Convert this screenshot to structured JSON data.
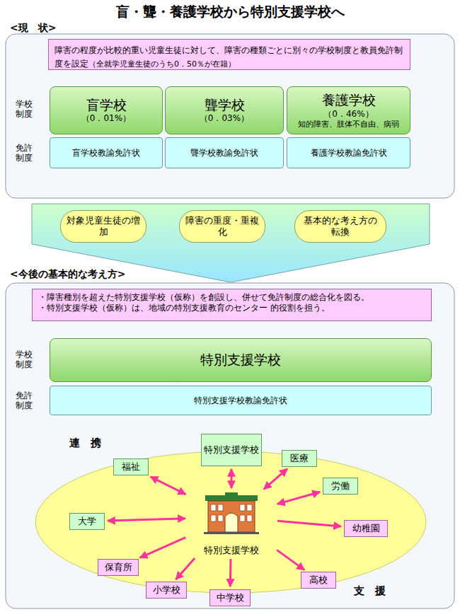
{
  "diagram": {
    "title": "盲・聾・養護学校から特別支援学校へ",
    "nodes": [
      {
        "text": [
          "<現　状>"
        ]
      },
      {
        "text": [
          "障害の程度が比較的重い児童生徒に対して、障害の種類ごとに別々の学校制度と教員免許制度を設定",
          "（全就学児童生徒のうち0．50％が在籍）"
        ],
        "in": 0
      },
      {
        "text": [
          "盲学校",
          "（0．01%）"
        ],
        "in": 0
      },
      {
        "text": [
          "聾学校",
          "（0．03%）"
        ],
        "in": 0
      },
      {
        "text": [
          "養護学校",
          "（0．46%）",
          "知的障害、肢体不自由、病弱"
        ],
        "in": 0
      },
      {
        "text": [
          "盲学校教諭免許状"
        ],
        "in": 0
      },
      {
        "text": [
          "聾学校教諭免許状"
        ],
        "in": 0
      },
      {
        "text": [
          "養護学校教諭免許状"
        ],
        "in": 0
      },
      {
        "text": [
          "対象児童生徒の増加"
        ]
      },
      {
        "text": [
          "障害の重度・重複化"
        ]
      },
      {
        "text": [
          "基本的な考え方の転換"
        ]
      },
      {
        "text": [
          "<今後の基本的な考え方>"
        ]
      },
      {
        "text": [
          "・障害種別を超えた特別支援学校（仮称）を創設し、併せて免許制度の総合化を図る。",
          "・特別支援学校（仮称）は、地域の特別支援教育のセンター 的役割を担う。"
        ],
        "in": 11
      },
      {
        "text": [
          "特別支援学校"
        ],
        "in": 11
      },
      {
        "text": [
          "特別支援学校教諭免許状"
        ],
        "in": 11
      },
      {
        "text": [
          "特別支援学校"
        ],
        "in": 11
      },
      {
        "text": [
          "特別支援学校"
        ],
        "in": 11
      },
      {
        "text": [
          "医療"
        ],
        "in": 11
      },
      {
        "text": [
          "労働"
        ],
        "in": 11
      },
      {
        "text": [
          "幼稚園"
        ],
        "in": 11
      },
      {
        "text": [
          "高校"
        ],
        "in": 11
      },
      {
        "text": [
          "中学校"
        ],
        "in": 11
      },
      {
        "text": [
          "小学校"
        ],
        "in": 11
      },
      {
        "text": [
          "保育所"
        ],
        "in": 11
      },
      {
        "text": [
          "大学"
        ],
        "in": 11
      },
      {
        "text": [
          "福祉"
        ],
        "in": 11
      }
    ],
    "edges": [
      {
        "from": 15,
        "to": 16,
        "arrow": "both"
      },
      {
        "from": 15,
        "to": 17,
        "arrow": "both"
      },
      {
        "from": 15,
        "to": 18,
        "arrow": "both"
      },
      {
        "from": 15,
        "to": 19,
        "arrow": "to"
      },
      {
        "from": 15,
        "to": 20,
        "arrow": "to"
      },
      {
        "from": 15,
        "to": 21,
        "arrow": "to"
      },
      {
        "from": 15,
        "to": 22,
        "arrow": "to"
      },
      {
        "from": 15,
        "to": 23,
        "arrow": "to"
      },
      {
        "from": 15,
        "to": 24,
        "arrow": "both"
      },
      {
        "from": 15,
        "to": 25,
        "arrow": "both"
      }
    ],
    "labels": [
      "学校制度",
      "免許制度",
      "学校制度",
      "免許制度",
      "連　携",
      "支　援"
    ]
  }
}
